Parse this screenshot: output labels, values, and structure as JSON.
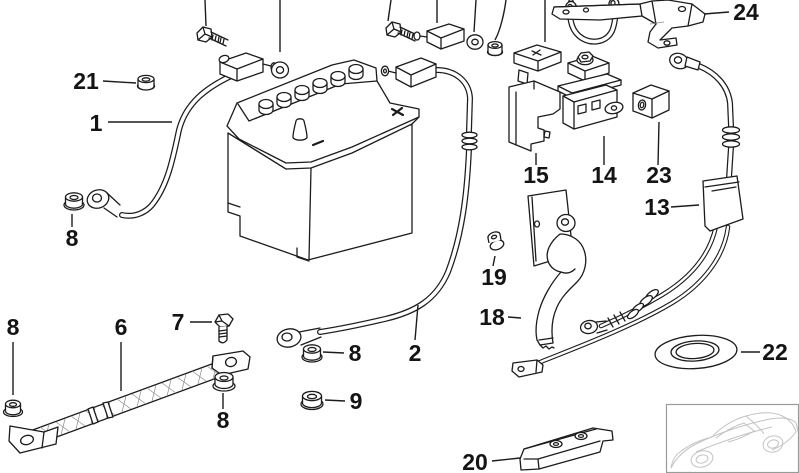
{
  "page": {
    "background_color": "#ffffff",
    "line_color": "#1c1c1c",
    "inset_border_color": "#9a9a9a",
    "car_sketch_color": "#c3c3c3"
  },
  "diagram": {
    "kind": "exploded-parts-diagram",
    "subject": "battery with battery cables, terminals, ground strap and brackets",
    "callouts": [
      {
        "text": "21"
      },
      {
        "text": "1"
      },
      {
        "text": "8"
      },
      {
        "text": "8"
      },
      {
        "text": "6"
      },
      {
        "text": "7"
      },
      {
        "text": "8"
      },
      {
        "text": "8"
      },
      {
        "text": "9"
      },
      {
        "text": "2"
      },
      {
        "text": "19"
      },
      {
        "text": "18"
      },
      {
        "text": "15"
      },
      {
        "text": "14"
      },
      {
        "text": "23"
      },
      {
        "text": "13"
      },
      {
        "text": "22"
      },
      {
        "text": "24"
      },
      {
        "text": "20"
      }
    ]
  }
}
